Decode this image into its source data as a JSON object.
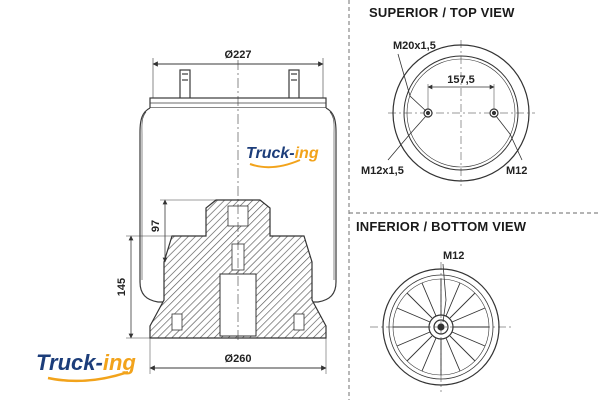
{
  "brand": {
    "name_main": "Truck-",
    "name_suffix": "ing",
    "color_main": "#1c3d7a",
    "color_suffix": "#f2a31b"
  },
  "side_view": {
    "dim_top_diameter": "Ø227",
    "dim_bottom_diameter": "Ø260",
    "dim_height_total": "145",
    "dim_height_piston": "97"
  },
  "top_view": {
    "title": "SUPERIOR / TOP VIEW",
    "label_air_fitting": "M20x1,5",
    "label_stud_spacing": "157,5",
    "label_left_stud": "M12x1,5",
    "label_right_stud": "M12"
  },
  "bottom_view": {
    "title": "INFERIOR / BOTTOM VIEW",
    "label_center_bolt": "M12"
  },
  "colors": {
    "line": "#3a3a3a",
    "hatch": "#6b6b6b",
    "divider": "#888888"
  }
}
